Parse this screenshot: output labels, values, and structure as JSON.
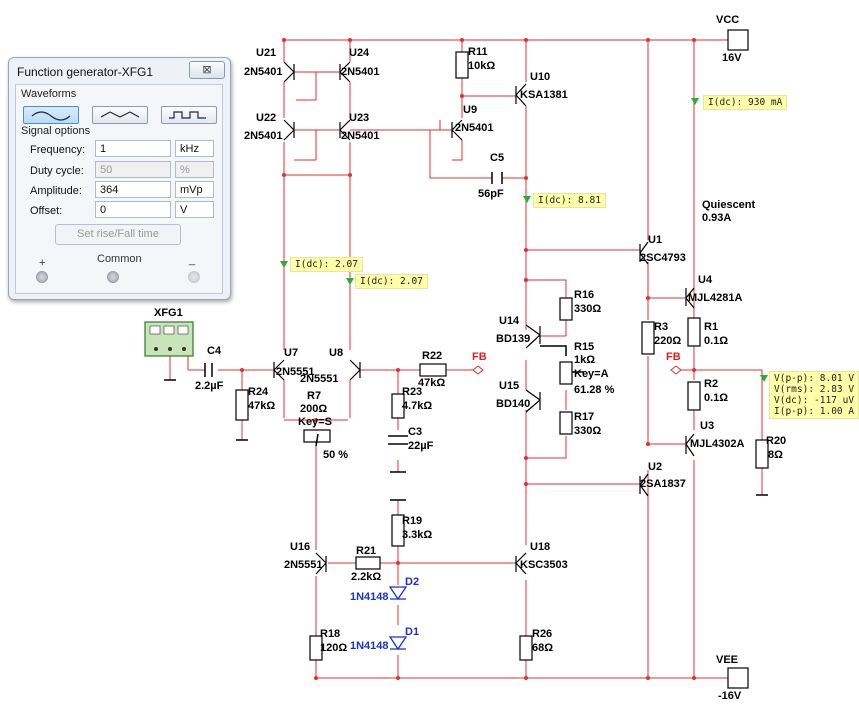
{
  "instrument": {
    "title": "Function generator-XFG1",
    "close_glyph": "⊠",
    "waveforms_label": "Waveforms",
    "waveforms": [
      "sine",
      "triangle",
      "square"
    ],
    "selected_waveform": "sine",
    "signal_options_label": "Signal options",
    "frequency": {
      "label": "Frequency:",
      "value": "1",
      "unit": "kHz"
    },
    "duty_cycle": {
      "label": "Duty cycle:",
      "value": "50",
      "unit": "%"
    },
    "amplitude": {
      "label": "Amplitude:",
      "value": "364",
      "unit": "mVp"
    },
    "offset": {
      "label": "Offset:",
      "value": "0",
      "unit": "V"
    },
    "set_rise_fall_label": "Set rise/Fall time",
    "terminals": {
      "plus": "+",
      "common": "Common",
      "minus": "_"
    }
  },
  "schematic": {
    "xfg_label": "XFG1",
    "power": {
      "vcc": "VCC",
      "vcc_value": "16V",
      "vee": "VEE",
      "vee_value": "-16V"
    },
    "quiescent": {
      "line1": "Quiescent",
      "line2": "0.93A"
    },
    "fb_label": "FB",
    "components": {
      "u21": {
        "ref": "U21",
        "part": "2N5401"
      },
      "u24": {
        "ref": "U24",
        "part": "2N5401"
      },
      "u22": {
        "ref": "U22",
        "part": "2N5401"
      },
      "u23": {
        "ref": "U23",
        "part": "2N5401"
      },
      "r11": {
        "ref": "R11",
        "value": "10kΩ"
      },
      "u10": {
        "ref": "U10",
        "part": "KSA1381"
      },
      "u9": {
        "ref": "U9",
        "part": "2N5401"
      },
      "c5": {
        "ref": "C5",
        "value": "56pF"
      },
      "u1": {
        "ref": "U1",
        "part": "2SC4793"
      },
      "u4": {
        "ref": "U4",
        "part": "MJL4281A"
      },
      "r1": {
        "ref": "R1",
        "value": "0.1Ω"
      },
      "r3": {
        "ref": "R3",
        "value": "220Ω"
      },
      "r2": {
        "ref": "R2",
        "value": "0.1Ω"
      },
      "u3": {
        "ref": "U3",
        "part": "MJL4302A"
      },
      "r20": {
        "ref": "R20",
        "value": "8Ω"
      },
      "u2": {
        "ref": "U2",
        "part": "2SA1837"
      },
      "r16": {
        "ref": "R16",
        "value": "330Ω"
      },
      "u14": {
        "ref": "U14",
        "part": "BD139"
      },
      "r15": {
        "ref": "R15",
        "value": "1kΩ",
        "key": "Key=A",
        "setting": "61.28 %"
      },
      "u15": {
        "ref": "U15",
        "part": "BD140"
      },
      "r17": {
        "ref": "R17",
        "value": "330Ω"
      },
      "u7": {
        "ref": "U7",
        "part": "2N5551"
      },
      "u8": {
        "ref": "U8",
        "part": "2N5551"
      },
      "r7": {
        "ref": "R7",
        "value": "200Ω",
        "key": "Key=S",
        "setting": "50 %"
      },
      "r22": {
        "ref": "R22",
        "value": "47kΩ"
      },
      "r23": {
        "ref": "R23",
        "value": "4.7kΩ"
      },
      "c3": {
        "ref": "C3",
        "value": "22µF"
      },
      "c4": {
        "ref": "C4",
        "value": "2.2µF"
      },
      "r24": {
        "ref": "R24",
        "value": "47kΩ"
      },
      "r19": {
        "ref": "R19",
        "value": "3.3kΩ"
      },
      "u16": {
        "ref": "U16",
        "part": "2N5551"
      },
      "r21": {
        "ref": "R21",
        "value": "2.2kΩ"
      },
      "u18": {
        "ref": "U18",
        "part": "KSC3503"
      },
      "d2": {
        "ref": "D2",
        "part": "1N4148"
      },
      "d1": {
        "ref": "D1",
        "part": "1N4148"
      },
      "r18": {
        "ref": "R18",
        "value": "120Ω"
      },
      "r26": {
        "ref": "R26",
        "value": "68Ω"
      }
    },
    "probes": {
      "vcc_current": "I(dc): 930 mA",
      "vas_current": "I(dc): 8.81",
      "ltp_left": "I(dc): 2.07",
      "ltp_right": "I(dc): 2.07",
      "output": [
        "V(p-p): 8.01 V",
        "V(rms): 2.83 V",
        "V(dc): -117 uV",
        "I(p-p): 1.00 A"
      ]
    },
    "colors": {
      "wire": "#e03030",
      "component": "#000000",
      "diode": "#1a2fd0",
      "probe_bg": "#ffffa8",
      "probe_marker": "#2cae2c"
    }
  }
}
